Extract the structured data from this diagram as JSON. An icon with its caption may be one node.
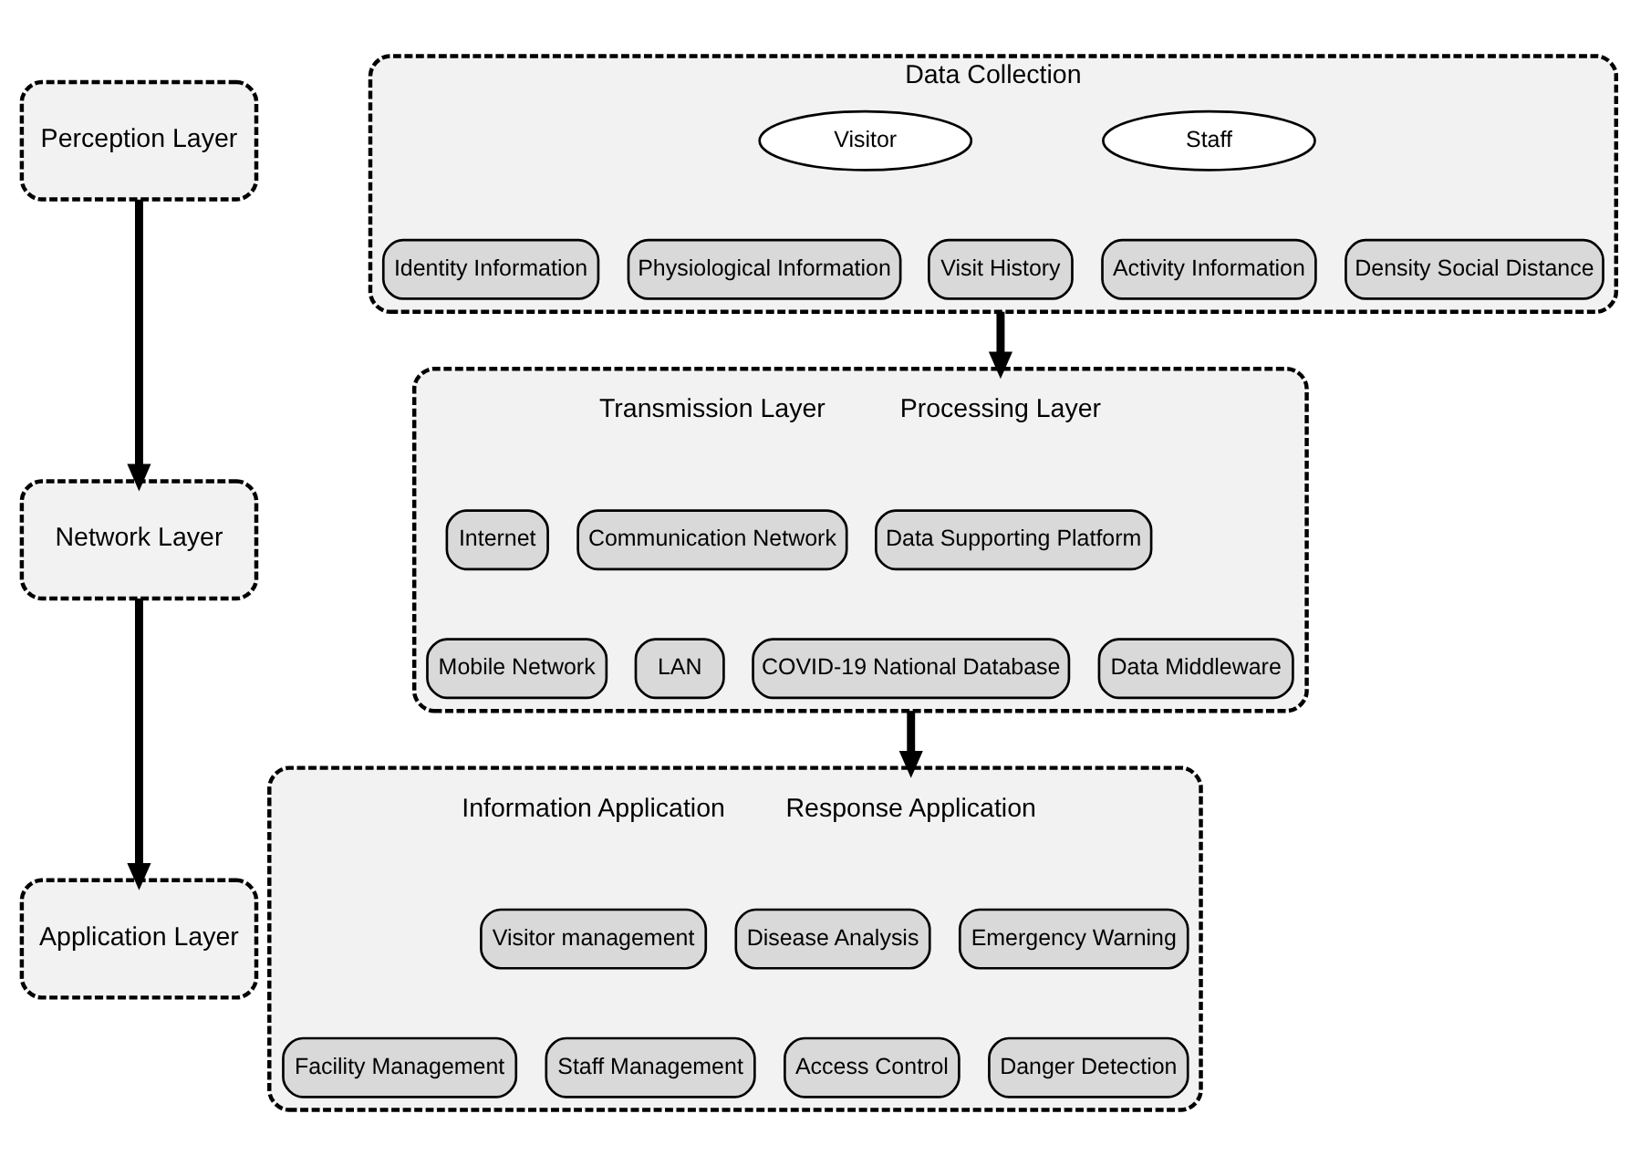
{
  "diagram": {
    "nodes": [
      {
        "text": [
          "Perception Layer"
        ]
      },
      {
        "text": [
          "Data Collection"
        ]
      },
      {
        "text": [
          "Visitor"
        ],
        "in": 1
      },
      {
        "text": [
          "Staff"
        ],
        "in": 1
      },
      {
        "text": [
          "Identity Information"
        ],
        "in": 1
      },
      {
        "text": [
          "Physiological Information"
        ],
        "in": 1
      },
      {
        "text": [
          "Visit History"
        ],
        "in": 1
      },
      {
        "text": [
          "Activity Information"
        ],
        "in": 1
      },
      {
        "text": [
          "Density Social Distance"
        ],
        "in": 1
      },
      {
        "text": [
          "Network Layer"
        ]
      },
      {
        "text": [],
        "shape": "box"
      },
      {
        "text": [
          "Internet"
        ],
        "in": 10
      },
      {
        "text": [
          "Communication Network"
        ],
        "in": 10
      },
      {
        "text": [
          "Mobile Network"
        ],
        "in": 10
      },
      {
        "text": [
          "LAN"
        ],
        "in": 10
      },
      {
        "text": [
          "Data Supporting Platform"
        ],
        "in": 10
      },
      {
        "text": [
          "COVID-19 National Database"
        ],
        "in": 10
      },
      {
        "text": [
          "Data Middleware"
        ],
        "in": 10
      },
      {
        "text": [
          "Application Layer"
        ]
      },
      {
        "text": [],
        "shape": "box"
      },
      {
        "text": [
          "Visitor management"
        ],
        "in": 19
      },
      {
        "text": [
          "Facility Management"
        ],
        "in": 19
      },
      {
        "text": [
          "Staff Management"
        ],
        "in": 19
      },
      {
        "text": [
          "Disease Analysis"
        ],
        "in": 19
      },
      {
        "text": [
          "Emergency Warning"
        ],
        "in": 19
      },
      {
        "text": [
          "Access Control"
        ],
        "in": 19
      },
      {
        "text": [
          "Danger Detection"
        ],
        "in": 19
      }
    ],
    "edges": [
      {
        "from": 0,
        "to": 9,
        "arrow": "to"
      },
      {
        "from": 9,
        "to": 18,
        "arrow": "to"
      },
      {
        "from": 1,
        "to": 10,
        "arrow": "to"
      },
      {
        "from": 10,
        "to": 19,
        "arrow": "to"
      }
    ],
    "labels": [
      "Transmission Layer",
      "Processing Layer",
      "Information Application",
      "Response Application"
    ]
  }
}
